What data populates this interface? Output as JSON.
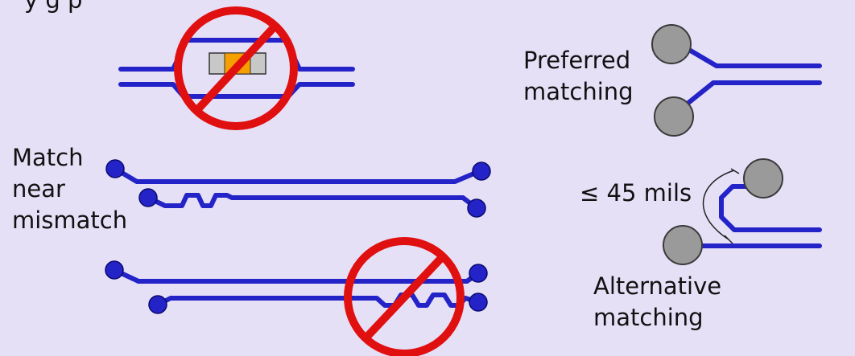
{
  "labels": {
    "header_partial": "y                    g           p",
    "preferred_line1": "Preferred",
    "preferred_line2": "matching",
    "match_line1": "Match",
    "match_line2": "near",
    "match_line3": "mismatch",
    "mils": "≤ 45 mils",
    "alternative_line1": "Alternative",
    "alternative_line2": "matching"
  },
  "colors": {
    "background": "#e6e0f7",
    "trace": "#2323c8",
    "prohibited": "#e01010",
    "pad_gray": "#9a9a9a",
    "component_body": "#f5a000"
  },
  "icons": [
    "prohibited-icon",
    "resistor-component-icon",
    "pad-icon"
  ]
}
